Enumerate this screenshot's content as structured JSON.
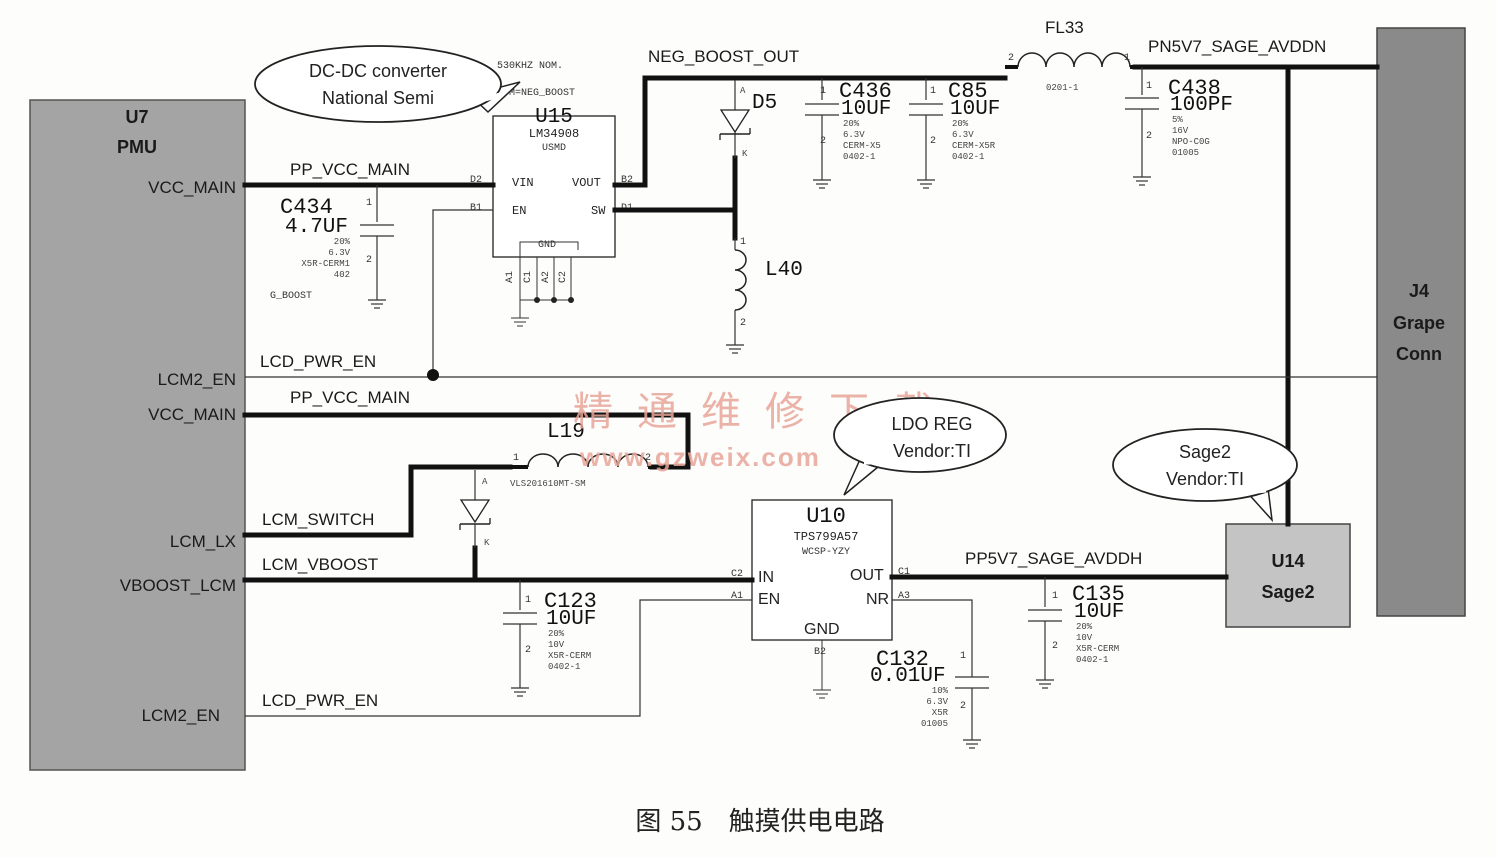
{
  "blocks": {
    "u7": {
      "ref": "U7",
      "name": "PMU"
    },
    "j4": {
      "ref": "J4",
      "name1": "Grape",
      "name2": "Conn"
    },
    "u14": {
      "ref": "U14",
      "name": "Sage2"
    }
  },
  "u7_pins": [
    "VCC_MAIN",
    "LCM2_EN",
    "VCC_MAIN",
    "LCM_LX",
    "VBOOST_LCM",
    "LCM2_EN"
  ],
  "nets": {
    "pp_vcc_main_top": "PP_VCC_MAIN",
    "lcd_pwr_en_top": "LCD_PWR_EN",
    "pp_vcc_main_bot": "PP_VCC_MAIN",
    "lcm_switch": "LCM_SWITCH",
    "lcm_vboost": "LCM_VBOOST",
    "lcd_pwr_en_bot": "LCD_PWR_EN",
    "neg_boost_out": "NEG_BOOST_OUT",
    "pn5v7": "PN5V7_SAGE_AVDDN",
    "pp5v7": "PP5V7_SAGE_AVDDH",
    "neg_boost_partial": "G_BOOST"
  },
  "u15": {
    "ref": "U15",
    "part": "LM34908",
    "pkg": "USMD",
    "note1": "530KHZ NOM.",
    "note2": "DOM=NEG_BOOST",
    "pins": {
      "vin": "VIN",
      "en": "EN",
      "vout": "VOUT",
      "sw": "SW",
      "gnd": "GND"
    },
    "pinnums": {
      "vin": "D2",
      "en": "B1",
      "vout": "B2",
      "sw": "D1",
      "a1": "A1",
      "c1": "C1",
      "a2": "A2",
      "c2": "C2"
    }
  },
  "u10": {
    "ref": "U10",
    "part": "TPS799A57",
    "pkg": "WCSP-YZY",
    "pins": {
      "in": "IN",
      "en": "EN",
      "out": "OUT",
      "nr": "NR",
      "gnd": "GND"
    },
    "pinnums": {
      "in": "C2",
      "en": "A1",
      "out": "C1",
      "nr": "A3",
      "gnd": "B2"
    }
  },
  "components": {
    "c434": {
      "ref": "C434",
      "value": "4.7UF",
      "l1": "20%",
      "l2": "6.3V",
      "l3": "X5R-CERM1",
      "l4": "402"
    },
    "c436": {
      "ref": "C436",
      "value": "10UF",
      "l1": "20%",
      "l2": "6.3V",
      "l3": "CERM-X5",
      "l4": "0402-1"
    },
    "c85": {
      "ref": "C85",
      "value": "10UF",
      "l1": "20%",
      "l2": "6.3V",
      "l3": "CERM-X5R",
      "l4": "0402-1"
    },
    "c438": {
      "ref": "C438",
      "value": "100PF",
      "l1": "5%",
      "l2": "16V",
      "l3": "NPO-C0G",
      "l4": "01005"
    },
    "c123": {
      "ref": "C123",
      "value": "10UF",
      "l1": "20%",
      "l2": "10V",
      "l3": "X5R-CERM",
      "l4": "0402-1"
    },
    "c135": {
      "ref": "C135",
      "value": "10UF",
      "l1": "20%",
      "l2": "10V",
      "l3": "X5R-CERM",
      "l4": "0402-1"
    },
    "c132": {
      "ref": "C132",
      "value": "0.01UF",
      "l1": "10%",
      "l2": "6.3V",
      "l3": "X5R",
      "l4": "01005"
    },
    "fl33": {
      "ref": "FL33",
      "pkg": "0201-1"
    },
    "l40": {
      "ref": "L40"
    },
    "l19": {
      "ref": "L19",
      "part": "VLS201610MT-SM"
    },
    "d5": {
      "ref": "D5"
    }
  },
  "bubbles": {
    "dcdc": {
      "line1": "DC-DC converter",
      "line2": "National Semi"
    },
    "ldo": {
      "line1": "LDO REG",
      "line2": "Vendor:TI"
    },
    "sage": {
      "line1": "Sage2",
      "line2": "Vendor:TI"
    }
  },
  "watermark": {
    "cn": "精通维修下载",
    "url": "www.gzweix.com"
  },
  "caption": "图 55　触摸供电电路"
}
